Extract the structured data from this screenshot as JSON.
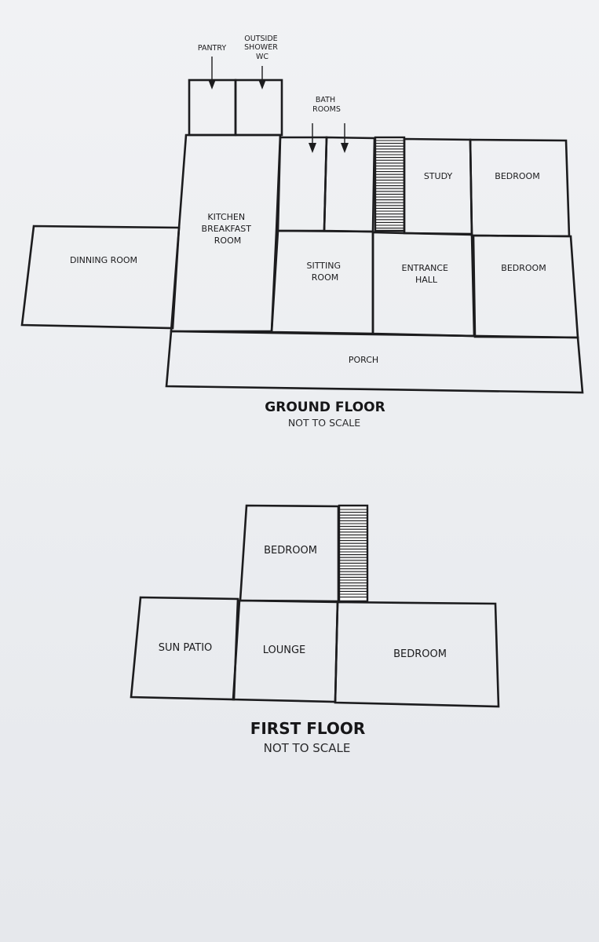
{
  "ground_floor": {
    "title": "GROUND FLOOR",
    "note": "NOT TO SCALE",
    "rooms": {
      "pantry": "PANTRY",
      "outside_shower_wc": [
        "OUTSIDE",
        "SHOWER",
        "WC"
      ],
      "bath_rooms": [
        "BATH",
        "ROOMS"
      ],
      "kitchen": [
        "KITCHEN",
        "BREAKFAST",
        "ROOM"
      ],
      "dining_room": "DINNING ROOM",
      "sitting_room": [
        "SITTING",
        "ROOM"
      ],
      "study": "STUDY",
      "bedroom_top": "BEDROOM",
      "entrance_hall": [
        "ENTRANCE",
        "HALL"
      ],
      "bedroom_right": "BEDROOM",
      "porch": "PORCH"
    }
  },
  "first_floor": {
    "title": "FIRST FLOOR",
    "note": "NOT TO SCALE",
    "rooms": {
      "bedroom_upper": "BEDROOM",
      "sun_patio": "SUN PATIO",
      "lounge": "LOUNGE",
      "bedroom_right": "BEDROOM"
    }
  },
  "colors": {
    "ink": "#1c1c1e",
    "paper": "#eceef1"
  }
}
